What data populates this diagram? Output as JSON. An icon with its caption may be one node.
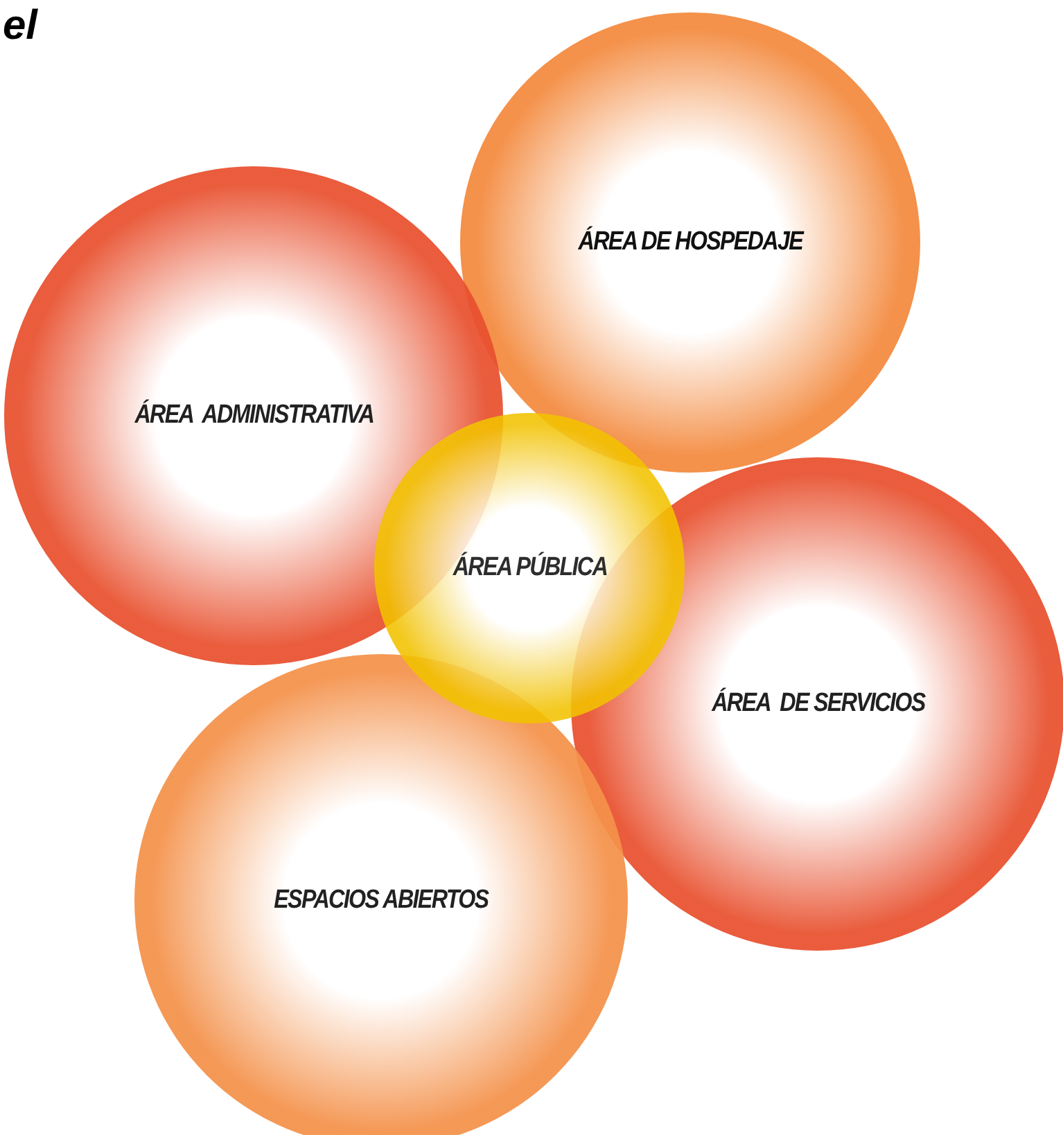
{
  "diagram": {
    "nodes": [
      {
        "text": [
          "ÁREA DE HOSPEDAJE"
        ]
      },
      {
        "text": [
          "ÁREA  ADMINISTRATIVA"
        ]
      },
      {
        "text": [
          "ÁREA PÚBLICA"
        ]
      },
      {
        "text": [
          "ÁREA  DE SERVICIOS"
        ]
      },
      {
        "text": [
          "ESPACIOS ABIERTOS"
        ]
      }
    ],
    "labels": [
      "el"
    ]
  }
}
